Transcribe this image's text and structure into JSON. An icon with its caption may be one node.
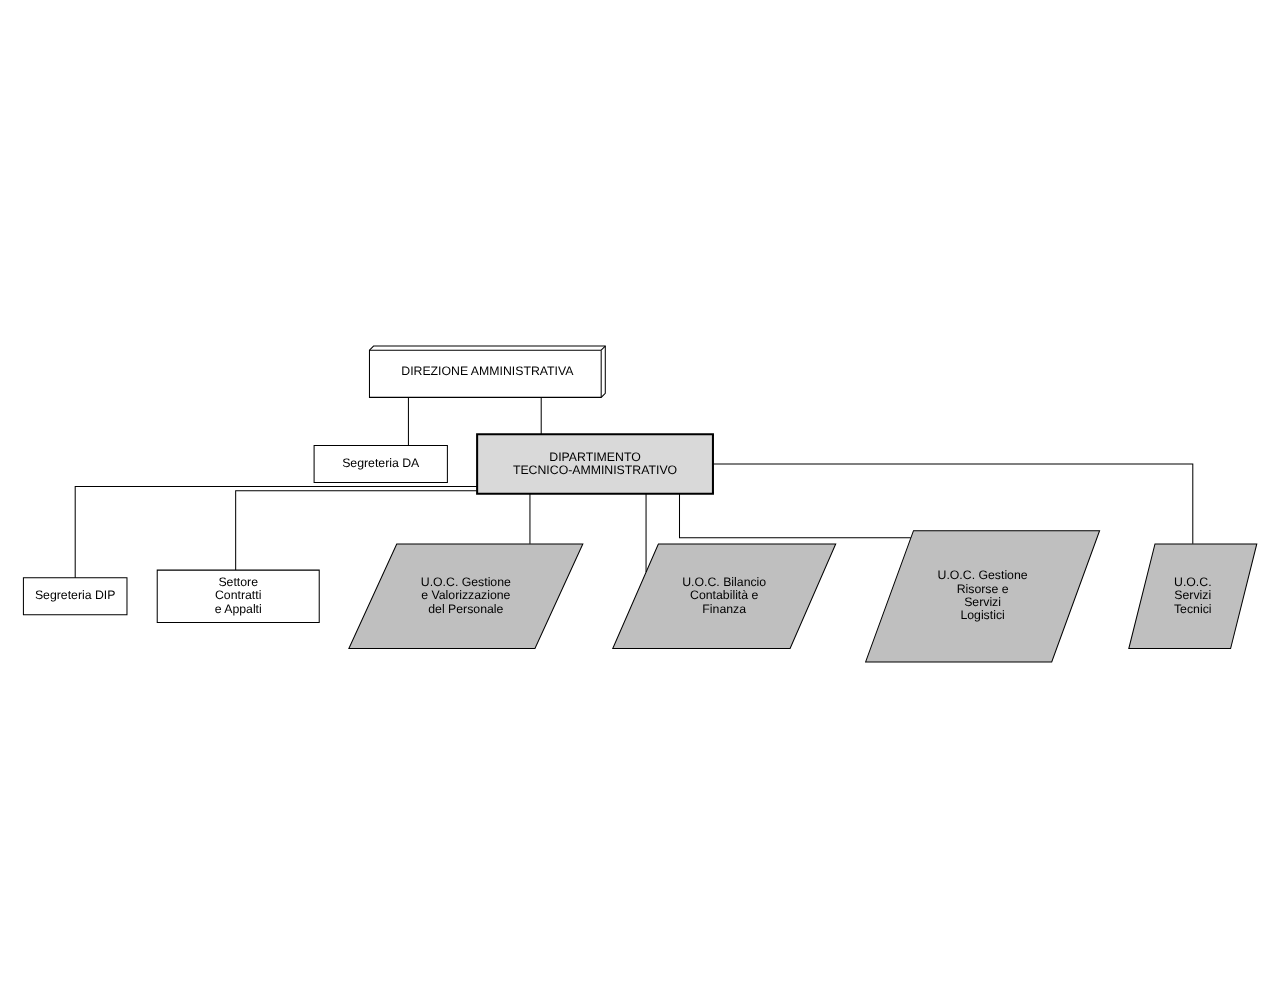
{
  "diagram": {
    "nodes": [
      {
        "text": [
          "DIREZIONE AMMINISTRATIVA"
        ]
      },
      {
        "text": [
          "Segreteria DA"
        ]
      },
      {
        "text": [
          "DIPARTIMENTO TECNICO-AMMINISTRATIVO"
        ]
      },
      {
        "text": [
          "Segreteria DIP"
        ]
      },
      {
        "text": [
          "Settore Contratti e Appalti"
        ]
      },
      {
        "text": [
          "U.O.C. Gestione e Valorizzazione del Personale"
        ]
      },
      {
        "text": [
          "U.O.C. Bilancio Contabilità e Finanza"
        ]
      },
      {
        "text": [
          "U.O.C. Gestione Risorse e Servizi Logistici"
        ]
      },
      {
        "text": [
          "U.O.C. Servizi Tecnici"
        ]
      }
    ],
    "edges": [
      {
        "from": 0,
        "to": 1,
        "arrow": "none"
      },
      {
        "from": 0,
        "to": 2,
        "arrow": "none"
      },
      {
        "from": 2,
        "to": 3,
        "arrow": "none"
      },
      {
        "from": 2,
        "to": 4,
        "arrow": "none"
      },
      {
        "from": 2,
        "to": 5,
        "arrow": "none"
      },
      {
        "from": 2,
        "to": 6,
        "arrow": "none"
      },
      {
        "from": 2,
        "to": 7,
        "arrow": "none"
      },
      {
        "from": 2,
        "to": 8,
        "arrow": "none"
      }
    ]
  }
}
